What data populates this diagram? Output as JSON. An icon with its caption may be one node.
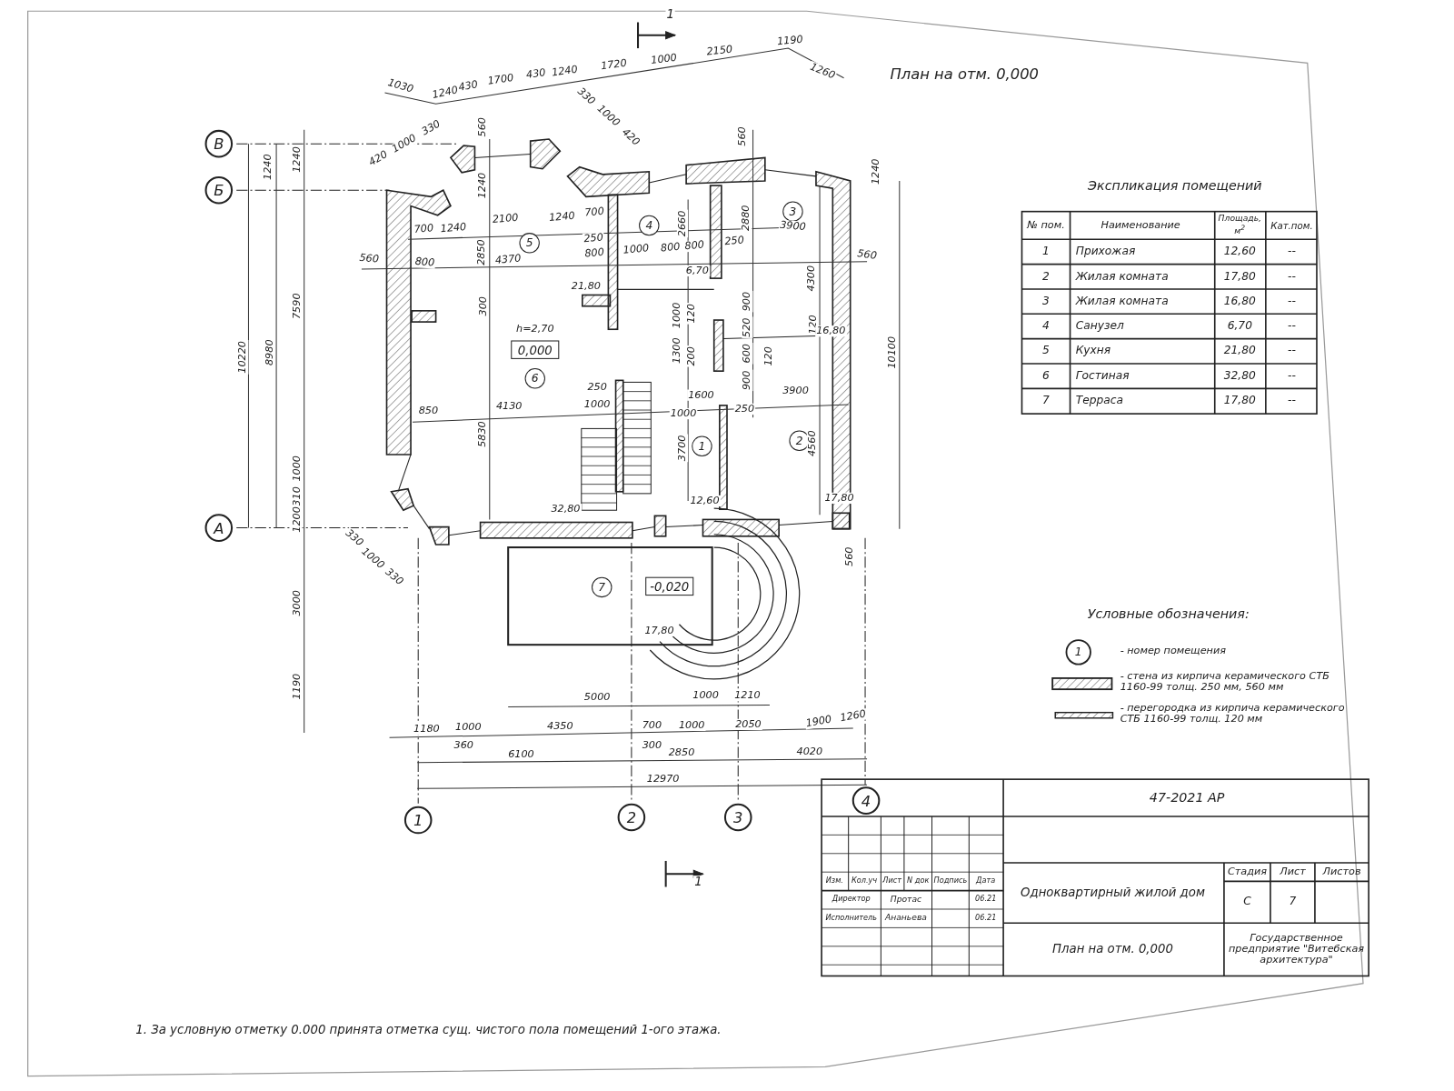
{
  "diagram": {
    "title": "План на отм. 0,000",
    "nodes": [
      {
        "text": [
          "В"
        ]
      },
      {
        "text": [
          "Б"
        ]
      },
      {
        "text": [
          "3"
        ]
      },
      {
        "text": [
          "4"
        ]
      },
      {
        "text": [
          "5"
        ]
      },
      {
        "text": [
          "0,000"
        ]
      },
      {
        "text": [
          "6"
        ]
      },
      {
        "text": [
          "2"
        ]
      },
      {
        "text": [
          "1"
        ]
      },
      {
        "text": [
          "А"
        ]
      },
      {
        "text": [
          "7"
        ]
      },
      {
        "text": [
          "-0,020"
        ]
      },
      {
        "text": [
          "4"
        ]
      },
      {
        "text": [
          "2"
        ]
      },
      {
        "text": [
          "3"
        ]
      },
      {
        "text": [
          "1"
        ]
      }
    ],
    "edges": [],
    "labels": [
      "1",
      "1030",
      "1240",
      "430",
      "1700",
      "430",
      "1240",
      "1720",
      "1000",
      "2150",
      "1190",
      "1260",
      "420",
      "1000",
      "330",
      "330",
      "1000",
      "420",
      "1240",
      "1240",
      "10220",
      "8980",
      "7590",
      "1000",
      "310",
      "1200",
      "3000",
      "1190",
      "330",
      "1000",
      "330",
      "560",
      "1240",
      "560",
      "700",
      "1240",
      "2100",
      "1240",
      "700",
      "2660",
      "2880",
      "3900",
      "560",
      "800",
      "2850",
      "4370",
      "250",
      "800",
      "1000",
      "800",
      "800",
      "250",
      "560",
      "4300",
      "21,80",
      "6,70",
      "300",
      "h=2,70",
      "1000",
      "120",
      "900",
      "520",
      "120",
      "16,80",
      "1300",
      "200",
      "600",
      "120",
      "900",
      "10100",
      "1240",
      "250",
      "1000",
      "1600",
      "3900",
      "850",
      "4130",
      "1000",
      "250",
      "5830",
      "3700",
      "4560",
      "32,80",
      "12,60",
      "17,80",
      "560",
      "17,80",
      "5000",
      "1000",
      "1210",
      "1180",
      "1000",
      "360",
      "4350",
      "700",
      "1000",
      "300",
      "2050",
      "1900",
      "1260",
      "6100",
      "2850",
      "4020",
      "12970",
      "1",
      "Экспликация помещений",
      "№ пом.",
      "Наименование",
      "Площадь, м$^{2}$",
      "Кат.пом.",
      "1",
      "Прихожая",
      "12,60",
      "--",
      "2",
      "Жилая комната",
      "17,80",
      "--",
      "3",
      "Жилая комната",
      "16,80",
      "--",
      "4",
      "Санузел",
      "6,70",
      "--",
      "5",
      "Кухня",
      "21,80",
      "--",
      "6",
      "Гостиная",
      "32,80",
      "--",
      "7",
      "Терраса",
      "17,80",
      "--",
      "Условные обозначения:",
      "1",
      "47-2021 АР",
      "Изм.",
      "Кол.уч",
      "Лист",
      "N док",
      "Подпись",
      "Дата",
      "Директор",
      "Протас",
      "06.21",
      "Исполнитель",
      "Ананьева",
      "06.21",
      "Одноквартирный жилой дом",
      "Стадия",
      "Лист",
      "Листов",
      "С",
      "7",
      "План на отм. 0,000",
      "Государственное предприятие \"Витебская архитектура\"",
      "1. За условную отметку 0.000 принята отметка сущ. чистого пола помещений 1-ого этажа."
    ],
    "legend": [
      {
        "text": "- номер помещения"
      },
      {
        "text": "- стена из кирпича керамического СТБ 1160-99 толщ. 250 мм, 560 мм"
      },
      {
        "text": "- перегородка из кирпича керамического СТБ 1160-99 толщ. 120 мм"
      }
    ]
  }
}
